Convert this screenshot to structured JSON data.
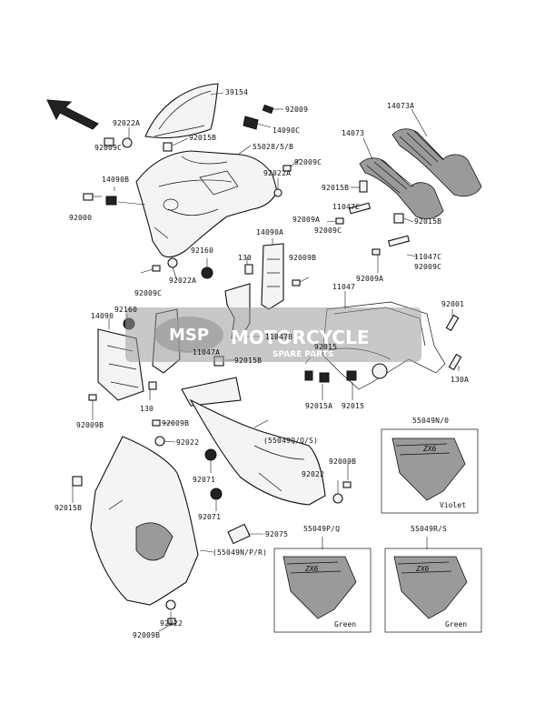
{
  "diagram": {
    "part_numbers": {
      "p39154": "39154",
      "p92009_top": "92009",
      "p14090C": "14090C",
      "p92022A_top": "92022A",
      "p92015B_top": "92015B",
      "p55028": "55028/5/B",
      "p92009C_a": "92009C",
      "p14090B": "14090B",
      "p92022A_mid": "92022A",
      "p92009C_b": "92009C",
      "p92000": "92000",
      "p14073A": "14073A",
      "p14073": "14073",
      "p92015B_r1": "92015B",
      "p11047C_a": "11047C",
      "p92009A_a": "92009A",
      "p92015B_r2": "92015B",
      "p92009C_c": "92009C",
      "p11047C_b": "11047C",
      "p92009A_b": "92009A",
      "p92009C_d": "92009C",
      "p14090A": "14090A",
      "p92160_a": "92160",
      "p130_a": "130",
      "p92009B_a": "92009B",
      "p92009C_e": "92009C",
      "p92022A_low": "92022A",
      "p11047": "11047",
      "p92001": "92001",
      "p92160_b": "92160",
      "p14090": "14090",
      "p11047A": "11047A",
      "p11047B": "11047B",
      "p92015_a": "92015",
      "p92015B_mid": "92015B",
      "p130A": "130A",
      "p130_b": "130",
      "p92009B_b": "92009B",
      "p92009B_c": "92009B",
      "p92015A": "92015A",
      "p92015_b": "92015",
      "p55049N0": "55049N/0",
      "p55049QSI": "(55049Q/Q/S)",
      "p92022_a": "92022",
      "p92009B_d": "92009B",
      "p92015B_low": "92015B",
      "p92071_a": "92071",
      "p92022_b": "92022",
      "p92071_b": "92071",
      "p92075": "92075",
      "p55049NPR": "(55049N/P/R)",
      "p55049PQ": "55049P/Q",
      "p55049RS": "55049R/S",
      "p92022_c": "92022",
      "p92009B_e": "92009B"
    },
    "color_labels": {
      "violet": "Violet",
      "green_a": "Green",
      "green_b": "Green"
    },
    "watermark": {
      "line1": "MOTORCYCLE",
      "line2": "SPARE PARTS",
      "logo": "MSP"
    },
    "direction_icon": "front-arrow-icon",
    "colors": {
      "ink": "#111111",
      "paper": "#ffffff",
      "watermark": "#9a9a9a"
    }
  }
}
